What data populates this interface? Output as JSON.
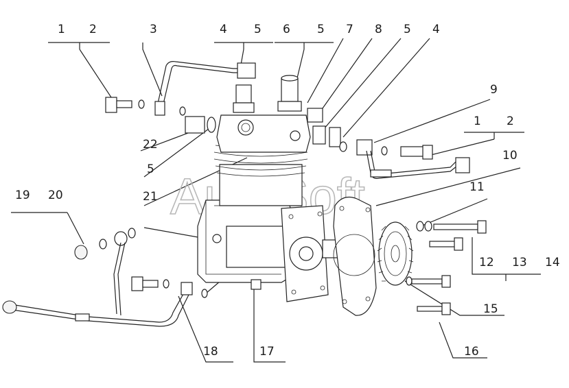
{
  "watermark": "AutoSoft",
  "callouts": [
    "1",
    "2",
    "3",
    "4",
    "5",
    "6",
    "5",
    "7",
    "8",
    "5",
    "4",
    "9",
    "1",
    "2",
    "10",
    "22",
    "5",
    "21",
    "11",
    "19",
    "20",
    "12",
    "13",
    "14",
    "15",
    "18",
    "17",
    "16"
  ]
}
